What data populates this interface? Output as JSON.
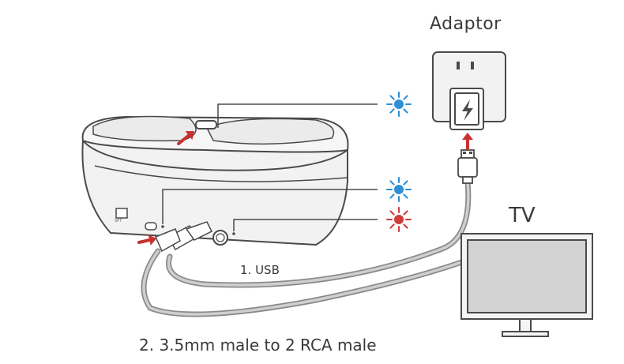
{
  "labels": {
    "adaptor": "Adaptor",
    "tv": "TV",
    "usb": "1. USB",
    "rca": "2. 3.5mm male to 2 RCA male",
    "spt": "SPT"
  },
  "indicators": [
    {
      "name": "top-led-indicator",
      "color": "#2e8fd6"
    },
    {
      "name": "middle-led-indicator",
      "color": "#2e8fd6"
    },
    {
      "name": "bottom-led-indicator",
      "color": "#d23b3b"
    }
  ],
  "colors": {
    "arrow": "#c8302e",
    "outline": "#4a4a4a",
    "body_fill": "#f4f4f4",
    "screen_fill": "#d2d2d2",
    "cable": "#9a9a9a"
  },
  "icons": {
    "charge": "lightning-bolt-icon",
    "usb_plug": "usb-plug-icon"
  }
}
